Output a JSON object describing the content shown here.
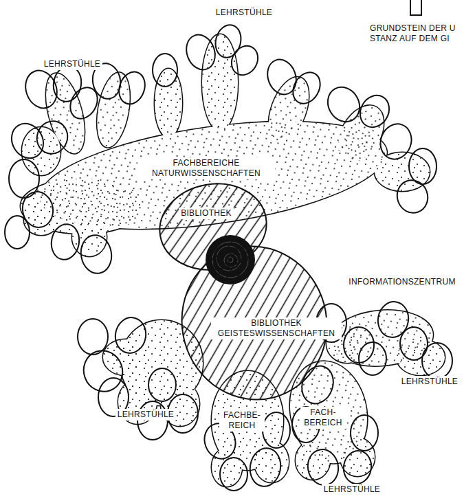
{
  "diagram": {
    "nodes": [
      {
        "text": [
          "FACHBEREICHE NATURWISSENSCHAFTEN"
        ]
      },
      {
        "text": [
          "BIBLIOTHEK"
        ]
      },
      {
        "text": [
          "BIBLIOTHEK GEISTESWISSENSCHAFTEN"
        ]
      },
      {
        "text": [
          "FACHBE- REICH"
        ]
      },
      {
        "text": [
          "FACH- BEREICH"
        ]
      }
    ],
    "labels": [
      "LEHRSTÜHLE",
      "GRUNDSTEIN DER U STANZ AUF DEM GI",
      "LEHRSTÜHLE",
      "INFORMATIONSZENTRUM",
      "LEHRSTÜHLE",
      "LEHRSTÜHLE",
      "LEHRSTÜHLE"
    ]
  }
}
